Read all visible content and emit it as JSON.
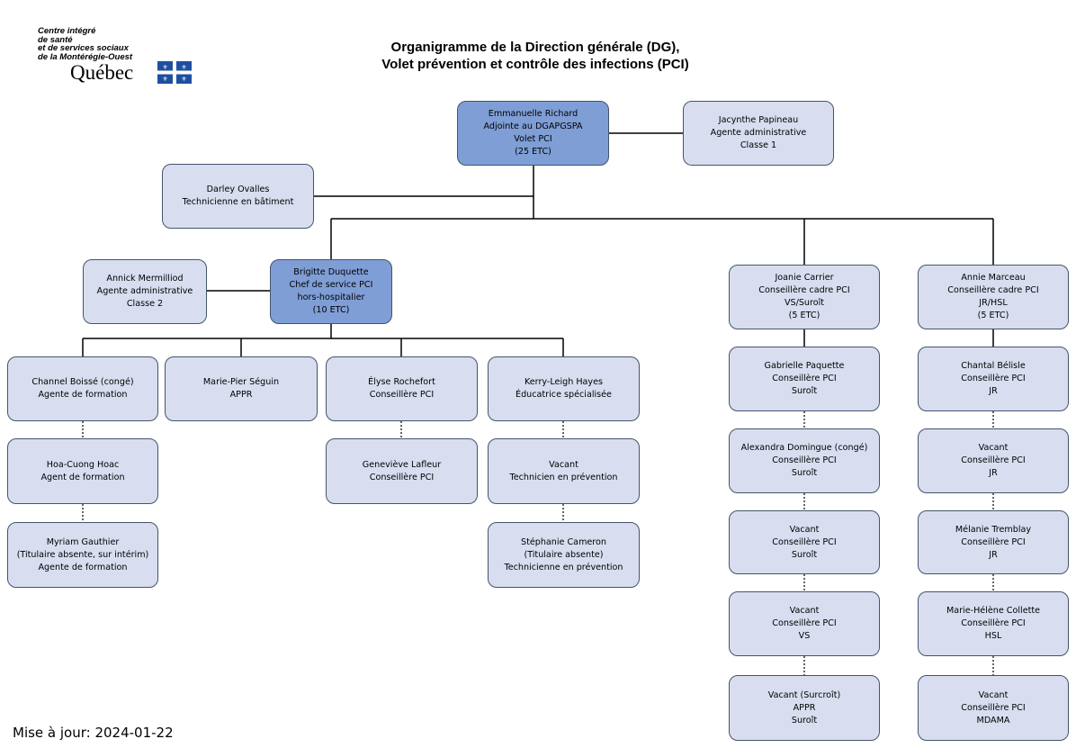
{
  "logo": {
    "lines": [
      "Centre intégré",
      "de santé",
      "et de services sociaux",
      "de la Montérégie-Ouest"
    ],
    "wordmark": "Québec",
    "flag_color": "#1f4fa0"
  },
  "title": {
    "line1": "Organigramme de la Direction générale (DG),",
    "line2": "Volet prévention et contrôle des infections (PCI)"
  },
  "footer": "Mise à jour: 2024-01-22",
  "colors": {
    "box_fill": "#d8def0",
    "box_fill_dark": "#7f9ed6",
    "border": "#44546a"
  },
  "nodes": {
    "emmanuelle": [
      "Emmanuelle Richard",
      "Adjointe au DGAPGSPA",
      "Volet PCI",
      "(25 ETC)"
    ],
    "jacynthe": [
      "Jacynthe Papineau",
      "Agente administrative",
      "Classe 1"
    ],
    "darley": [
      "Darley Ovalles",
      "Technicienne en bâtiment"
    ],
    "annick": [
      "Annick Mermilliod",
      "Agente administrative",
      "Classe 2"
    ],
    "brigitte": [
      "Brigitte Duquette",
      "Chef de service PCI",
      "hors-hospitalier",
      "(10 ETC)"
    ],
    "joanie": [
      "Joanie Carrier",
      "Conseillère cadre PCI",
      "VS/Suroît",
      "(5 ETC)"
    ],
    "annie": [
      "Annie Marceau",
      "Conseillère cadre PCI",
      "JR/HSL",
      "(5 ETC)"
    ],
    "channel": [
      "Channel Boissé (congé)",
      "Agente de formation"
    ],
    "hoa": [
      "Hoa-Cuong Hoac",
      "Agent de formation"
    ],
    "myriam": [
      "Myriam Gauthier",
      "(Titulaire absente, sur intérim)",
      "Agente de formation"
    ],
    "marie_pier": [
      "Marie-Pier Séguin",
      "APPR"
    ],
    "elyse": [
      "Élyse Rochefort",
      "Conseillère PCI"
    ],
    "genevieve": [
      "Geneviève Lafleur",
      "Conseillère PCI"
    ],
    "kerry": [
      "Kerry-Leigh Hayes",
      "Éducatrice spécialisée"
    ],
    "vacant_tech": [
      "Vacant",
      "Technicien en prévention"
    ],
    "stephanie": [
      "Stéphanie Cameron",
      "(Titulaire absente)",
      "Technicienne en prévention"
    ],
    "gabrielle": [
      "Gabrielle Paquette",
      "Conseillère PCI",
      "Suroît"
    ],
    "alexandra": [
      "Alexandra Domingue (congé)",
      "Conseillère PCI",
      "Suroît"
    ],
    "vacant_suroit": [
      "Vacant",
      "Conseillère PCI",
      "Suroît"
    ],
    "vacant_vs": [
      "Vacant",
      "Conseillère PCI",
      "VS"
    ],
    "vacant_surcroit": [
      "Vacant (Surcroît)",
      "APPR",
      "Suroît"
    ],
    "chantal": [
      "Chantal Bélisle",
      "Conseillère PCI",
      "JR"
    ],
    "vacant_jr": [
      "Vacant",
      "Conseillère PCI",
      "JR"
    ],
    "melanie": [
      "Mélanie Tremblay",
      "Conseillère PCI",
      "JR"
    ],
    "marie_helene": [
      "Marie-Hélène Collette",
      "Conseillère PCI",
      "HSL"
    ],
    "vacant_mdama": [
      "Vacant",
      "Conseillère PCI",
      "MDAMA"
    ]
  }
}
